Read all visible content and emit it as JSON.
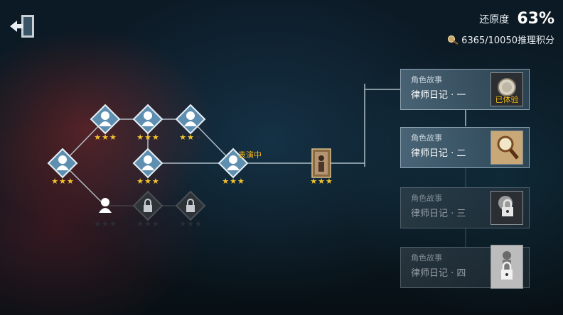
{
  "header": {
    "restore_label": "还原度",
    "restore_value": "63%",
    "points_text": "6365/10050推理积分"
  },
  "tree": {
    "status_label": "表演中"
  },
  "stories": [
    {
      "kind": "角色故事",
      "name": "律师日记 · 一",
      "status": "已体验",
      "state": "done"
    },
    {
      "kind": "角色故事",
      "name": "律师日记 · 二",
      "status": "",
      "state": "active"
    },
    {
      "kind": "角色故事",
      "name": "律师日记 · 三",
      "status": "",
      "state": "locked"
    },
    {
      "kind": "角色故事",
      "name": "律师日记 · 四",
      "status": "",
      "state": "locked"
    }
  ],
  "colors": {
    "star": "#f4c430",
    "accent": "#f0b020",
    "line": "#c9d8e2"
  }
}
